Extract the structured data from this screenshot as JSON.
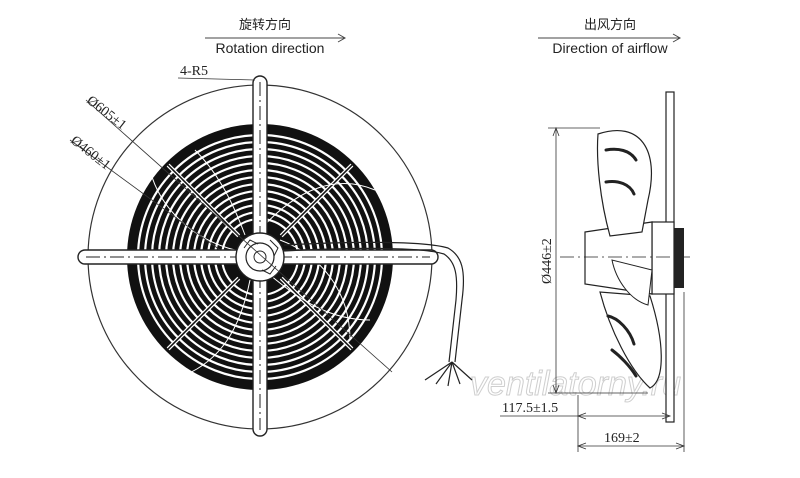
{
  "front_view": {
    "rotation_cn": "旋转方向",
    "rotation_en": "Rotation direction",
    "mount_holes": "4-R5",
    "outer_diameter": "Ø605±1",
    "guard_diameter": "Ø460±1"
  },
  "side_view": {
    "airflow_cn": "出风方向",
    "airflow_en": "Direction of airflow",
    "impeller_diameter": "Ø446±2",
    "depth_offset": "117.5±1.5",
    "total_depth": "169±2"
  },
  "watermark": "ventilatorny.ru"
}
